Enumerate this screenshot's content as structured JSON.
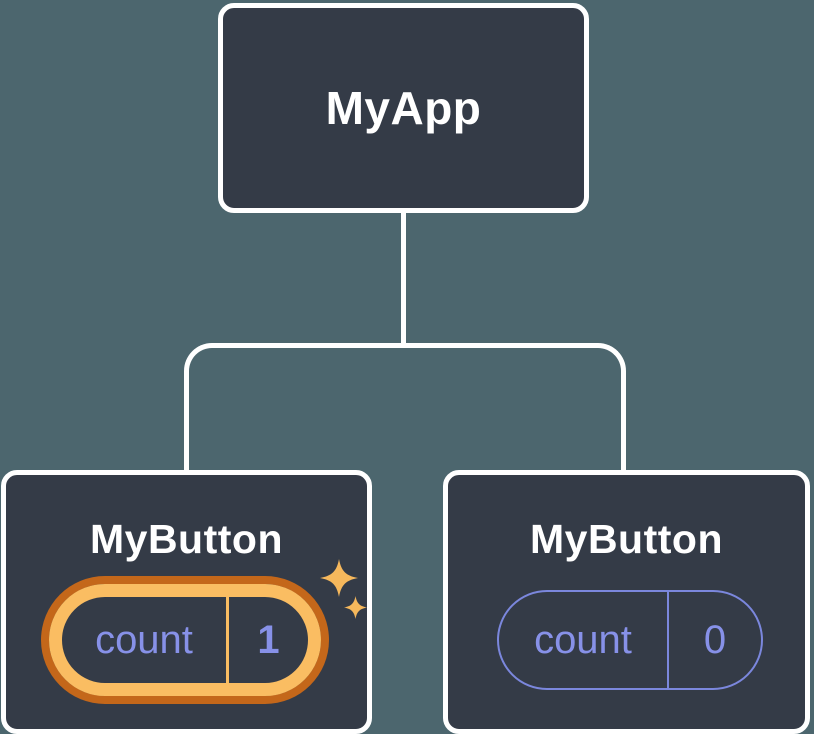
{
  "tree": {
    "root": {
      "label": "MyApp"
    },
    "children": [
      {
        "label": "MyButton",
        "state": {
          "name": "count",
          "value": "1"
        },
        "highlighted": true,
        "sparkles": true
      },
      {
        "label": "MyButton",
        "state": {
          "name": "count",
          "value": "0"
        },
        "highlighted": false,
        "sparkles": false
      }
    ]
  },
  "colors": {
    "background": "#4C666E",
    "node_fill": "#343B47",
    "node_border": "#FFFFFF",
    "connector": "#FFFFFF",
    "title_text": "#FFFFFF",
    "state_text": "#8791E8",
    "state_pill_border": "#7B87DD",
    "highlight_ring_inner": "#FABD62",
    "highlight_ring_outer": "#C4671A",
    "sparkle": "#F6B85C"
  }
}
